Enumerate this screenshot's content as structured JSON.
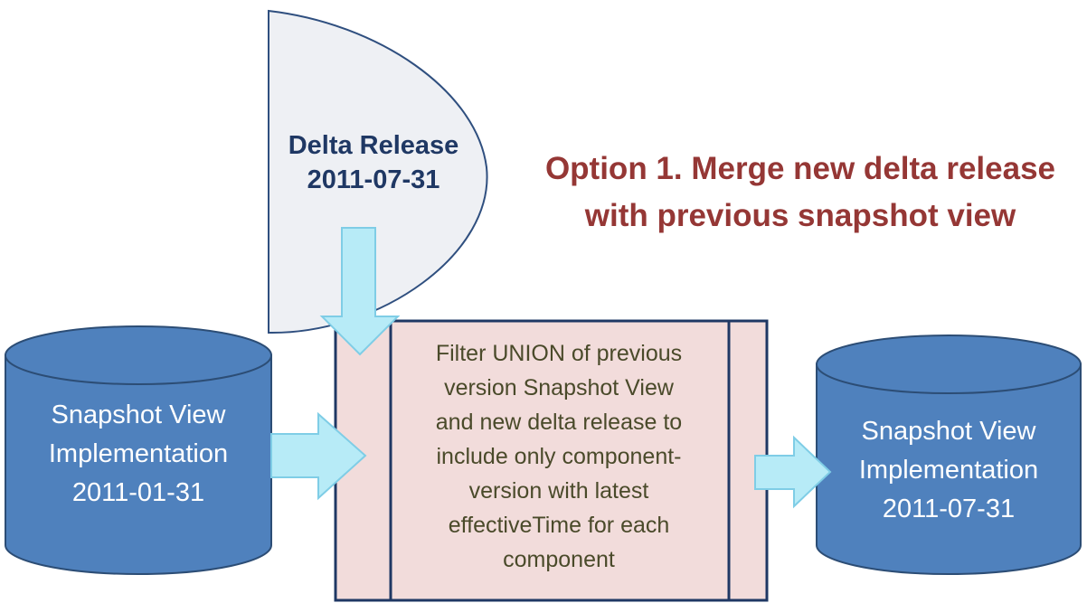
{
  "title": {
    "line1": "Option 1. Merge new delta release",
    "line2": "with previous snapshot view"
  },
  "delta_release": {
    "line1": "Delta Release",
    "line2": "2011-07-31"
  },
  "left_cylinder": {
    "line1": "Snapshot View",
    "line2": "Implementation",
    "line3": "2011-01-31"
  },
  "process_box": {
    "line1": "Filter UNION of previous",
    "line2": "version Snapshot View",
    "line3": "and new delta release to",
    "line4": "include only component-",
    "line5": "version with latest",
    "line6": "effectiveTime for each",
    "line7": "component"
  },
  "right_cylinder": {
    "line1": "Snapshot View",
    "line2": "Implementation",
    "line3": "2011-07-31"
  },
  "colors": {
    "title": "#953735",
    "cylinder_fill": "#4f81bd",
    "cylinder_stroke": "#2c4d75",
    "process_fill": "#f2dcdb",
    "process_stroke": "#1f3864",
    "arrow_fill": "#b7ebf7",
    "arrow_stroke": "#7fcde6",
    "document_fill": "#eef0f4",
    "document_stroke": "#2f4f7f",
    "dark_text": "#1f3864",
    "body_text": "#4a4a2a"
  }
}
